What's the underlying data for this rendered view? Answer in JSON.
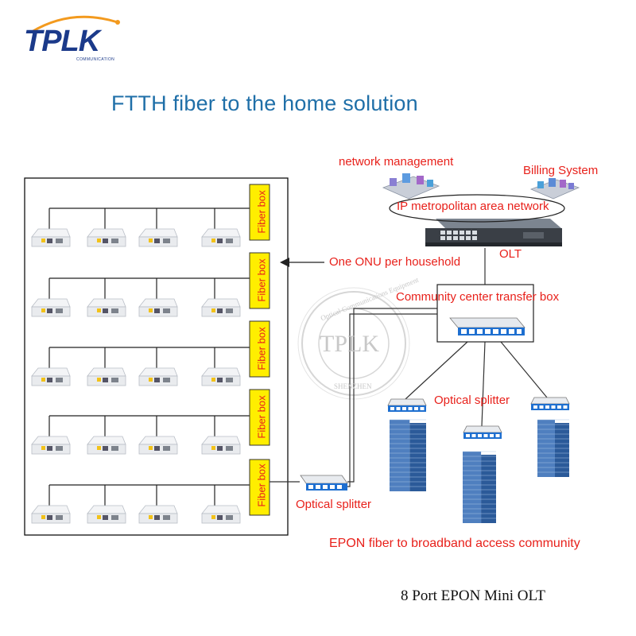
{
  "logo": {
    "wordmark": "TPLK",
    "tagline": "COMMUNICATION"
  },
  "title": "FTTH fiber to the home solution",
  "labels": {
    "network_management": "network management",
    "billing_system": "Billing System",
    "ip_network": "IP metropolitan area network",
    "olt": "OLT",
    "onu_per_household": "One ONU per household",
    "community_box": "Community center transfer box",
    "optical_splitter_right": "Optical splitter",
    "optical_splitter_bottom": "Optical splitter",
    "epon_community": "EPON fiber to broadband access community"
  },
  "fiber_boxes": [
    "Fiber box",
    "Fiber box",
    "Fiber box",
    "Fiber box",
    "Fiber box"
  ],
  "watermark": {
    "center": "TPLK",
    "arc_top": "Optical Communications Equipment",
    "arc_bottom": "SHENZHEN"
  },
  "caption": "8 Port EPON Mini OLT",
  "colors": {
    "title": "#1f6fa8",
    "label_red": "#e8211b",
    "fiber_box_fill": "#ffee00",
    "logo_blue": "#1b3a8a",
    "logo_orange": "#f39a1e"
  }
}
